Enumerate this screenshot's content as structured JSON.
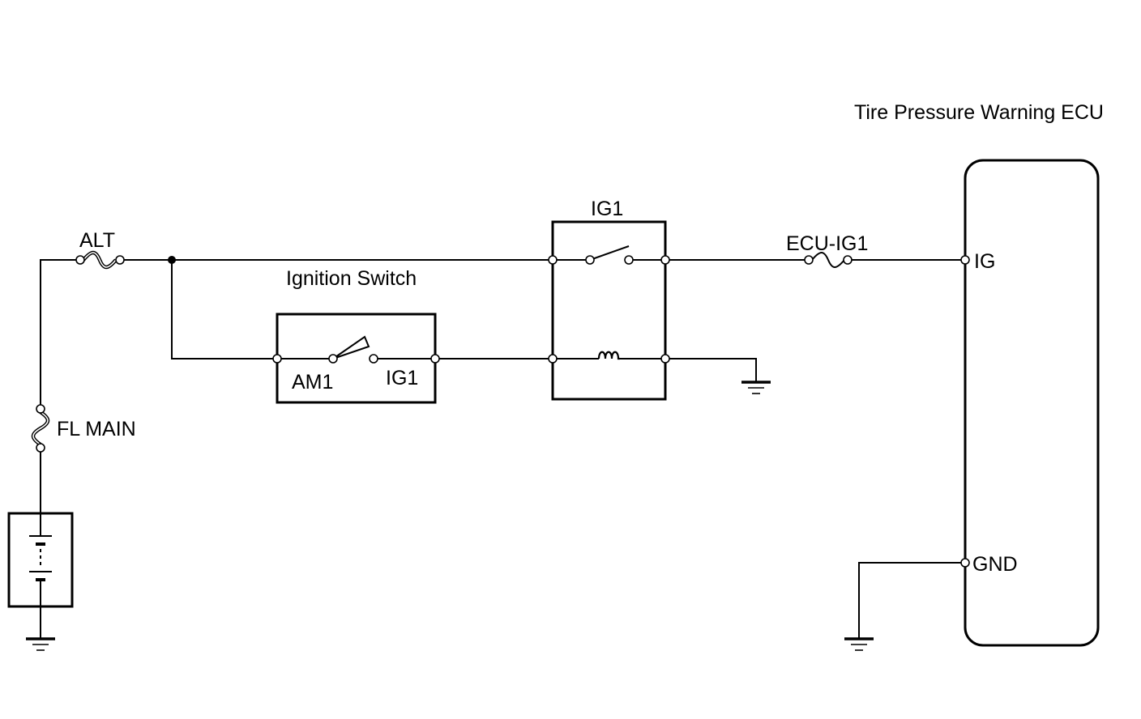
{
  "ecu": {
    "title": "Tire Pressure Warning ECU",
    "pin_ig": "IG",
    "pin_gnd": "GND"
  },
  "fuses": {
    "alt": "ALT",
    "fl_main": "FL MAIN",
    "ecu_ig1": "ECU-IG1"
  },
  "ignition_switch": {
    "title": "Ignition Switch",
    "am1": "AM1",
    "ig1": "IG1"
  },
  "relay": {
    "title": "IG1"
  }
}
